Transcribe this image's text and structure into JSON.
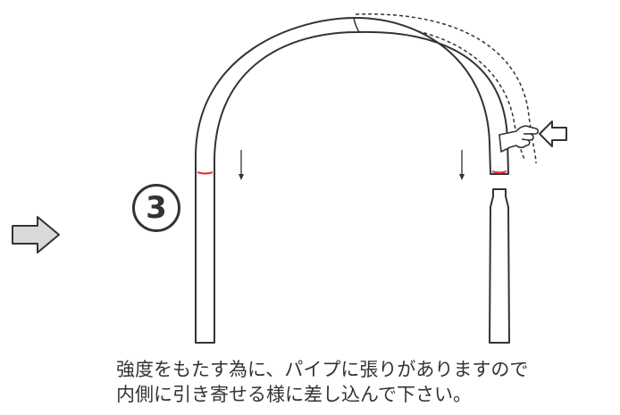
{
  "step": {
    "number": "3"
  },
  "caption": {
    "line1": "強度をもたす為に、パイプに張りがありますので",
    "line2": "内側に引き寄せる様に差し込んで下さい。"
  },
  "colors": {
    "outline": "#333333",
    "pipe_fill": "#ffffff",
    "marker": "#e8303a",
    "arrow_fill": "#d9d9d9"
  },
  "icons": {
    "next_step": "right-arrow-icon",
    "push": "left-arrow-icon",
    "hand": "hand-icon"
  }
}
